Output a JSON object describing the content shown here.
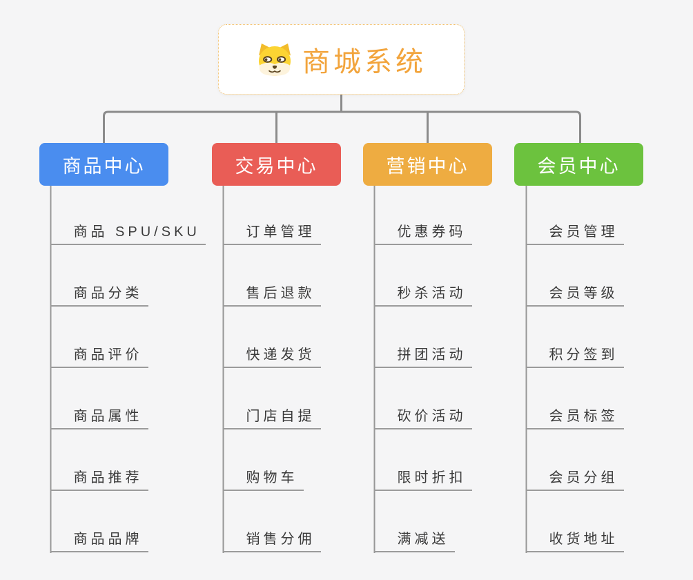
{
  "root": {
    "title": "商城系统",
    "icon": "doge-icon"
  },
  "branches": [
    {
      "label": "商品中心",
      "color": "#4A8DEF",
      "items": [
        "商品 SPU/SKU",
        "商品分类",
        "商品评价",
        "商品属性",
        "商品推荐",
        "商品品牌"
      ]
    },
    {
      "label": "交易中心",
      "color": "#E95D56",
      "items": [
        "订单管理",
        "售后退款",
        "快递发货",
        "门店自提",
        "购物车",
        "销售分佣"
      ]
    },
    {
      "label": "营销中心",
      "color": "#EEAC41",
      "items": [
        "优惠券码",
        "秒杀活动",
        "拼团活动",
        "砍价活动",
        "限时折扣",
        "满减送"
      ]
    },
    {
      "label": "会员中心",
      "color": "#6CC23E",
      "items": [
        "会员管理",
        "会员等级",
        "积分签到",
        "会员标签",
        "会员分组",
        "收货地址"
      ]
    }
  ],
  "colors": {
    "background": "#F5F5F6",
    "connector": "#8B8B8B",
    "item_underline": "#9B9B9B",
    "root_border": "#F2C06C",
    "root_title": "#F2A43C",
    "item_text": "#3A3A3A",
    "head_text": "#FFFFFF"
  }
}
